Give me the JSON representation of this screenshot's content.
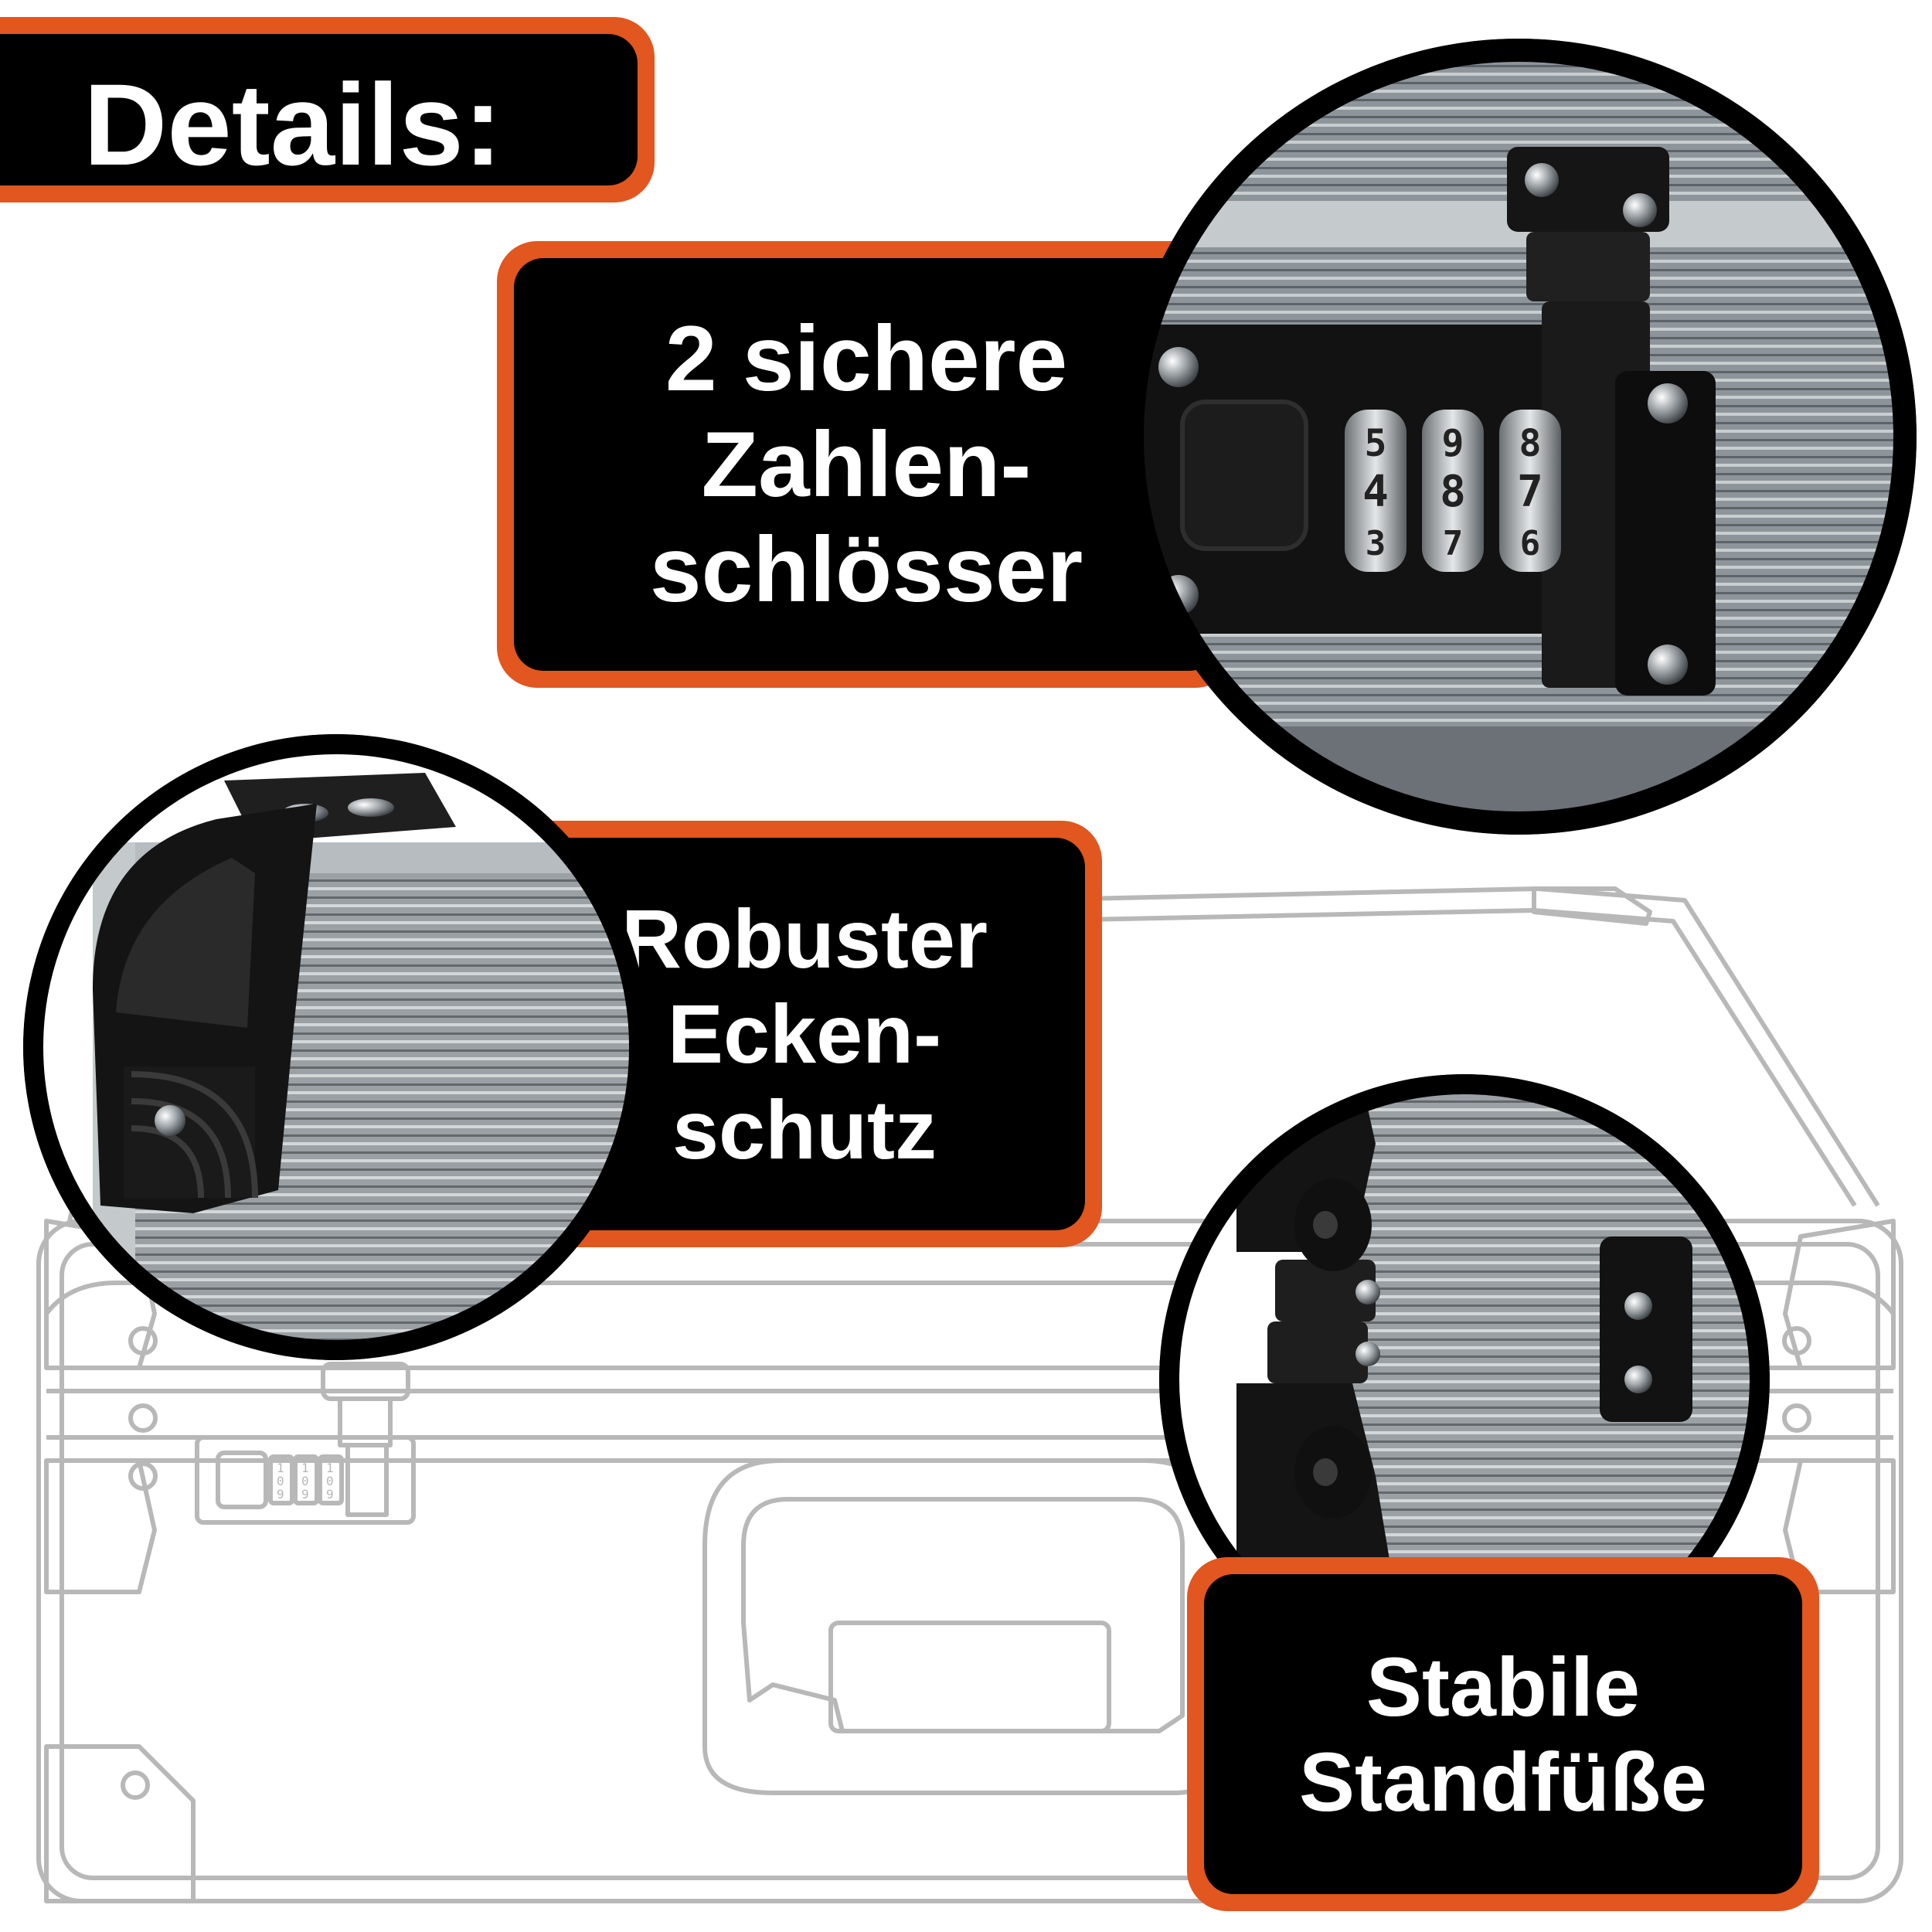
{
  "header": {
    "title": "Details:"
  },
  "labels": {
    "locks": "2 sichere\nZahlen-\nschlösser",
    "corner": "Robuster\nEcken-\nschutz",
    "feet": "Stabile\nStandfüße"
  },
  "lock_dials": {
    "top": [
      "5",
      "9",
      "8"
    ],
    "middle": [
      "4",
      "8",
      "7"
    ],
    "bottom": [
      "3",
      "7",
      "6"
    ]
  },
  "outline_lock_dials": {
    "top": [
      "1",
      "1",
      "1"
    ],
    "middle": [
      "0",
      "0",
      "0"
    ],
    "bottom": [
      "9",
      "9",
      "9"
    ]
  },
  "colors": {
    "accent": "#e2561f",
    "label_bg": "#000000",
    "label_text": "#ffffff",
    "outline": "#b8b8b8"
  },
  "icons": {
    "case_outline": "suitcase-outline-icon",
    "lock_photo": "combination-lock-photo",
    "corner_photo": "corner-protector-photo",
    "feet_photo": "case-feet-photo"
  }
}
